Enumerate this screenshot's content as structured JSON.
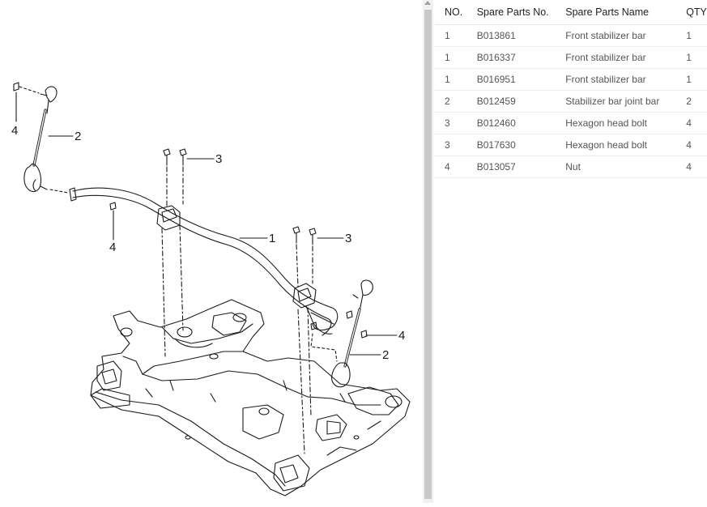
{
  "diagram": {
    "callouts": {
      "c_1": "1",
      "c_2a": "2",
      "c_2b": "2",
      "c_3a": "3",
      "c_3b": "3",
      "c_4a": "4",
      "c_4b": "4",
      "c_4c": "4"
    }
  },
  "parts_table": {
    "headers": [
      "NO.",
      "Spare Parts No.",
      "Spare Parts Name",
      "QTY"
    ],
    "rows": [
      {
        "no": "1",
        "part_no": "B013861",
        "name": "Front stabilizer bar",
        "qty": "1"
      },
      {
        "no": "1",
        "part_no": "B016337",
        "name": "Front stabilizer bar",
        "qty": "1"
      },
      {
        "no": "1",
        "part_no": "B016951",
        "name": "Front stabilizer bar",
        "qty": "1"
      },
      {
        "no": "2",
        "part_no": "B012459",
        "name": "Stabilizer bar joint bar",
        "qty": "2"
      },
      {
        "no": "3",
        "part_no": "B012460",
        "name": "Hexagon head bolt",
        "qty": "4"
      },
      {
        "no": "3",
        "part_no": "B017630",
        "name": "Hexagon head bolt",
        "qty": "4"
      },
      {
        "no": "4",
        "part_no": "B013057",
        "name": "Nut",
        "qty": "4"
      }
    ]
  }
}
